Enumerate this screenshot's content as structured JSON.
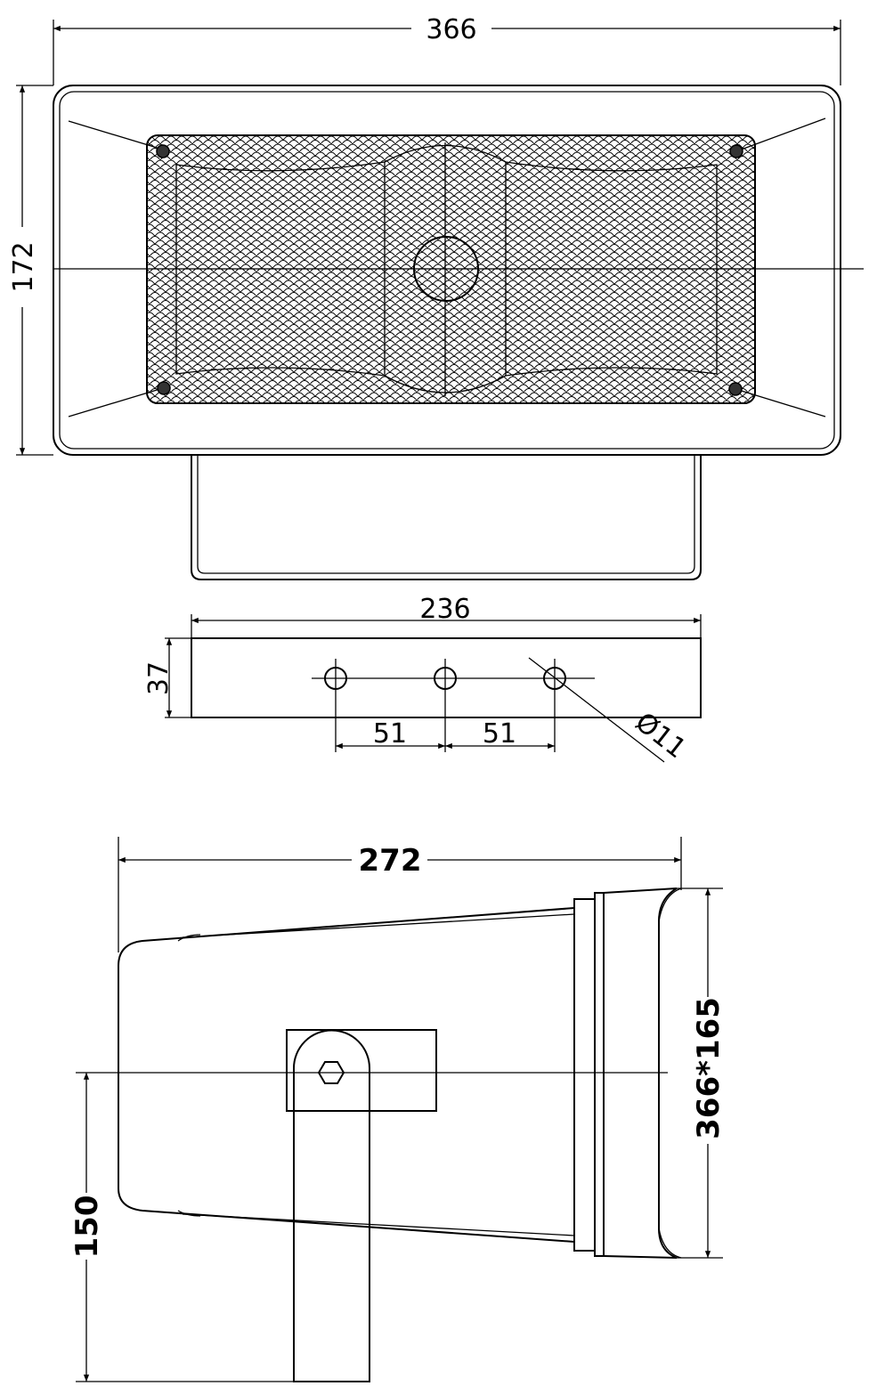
{
  "title": "Horn speaker dimension drawing",
  "front_view": {
    "width_label": "366",
    "height_label": "172"
  },
  "bracket_view": {
    "length_label": "236",
    "height_label": "37",
    "spacing_left_label": "51",
    "spacing_right_label": "51",
    "hole_label": "Ø11"
  },
  "side_view": {
    "depth_label": "272",
    "mouth_label": "366*165",
    "mount_height_label": "150"
  },
  "colors": {
    "line": "#000000",
    "background": "#ffffff"
  }
}
